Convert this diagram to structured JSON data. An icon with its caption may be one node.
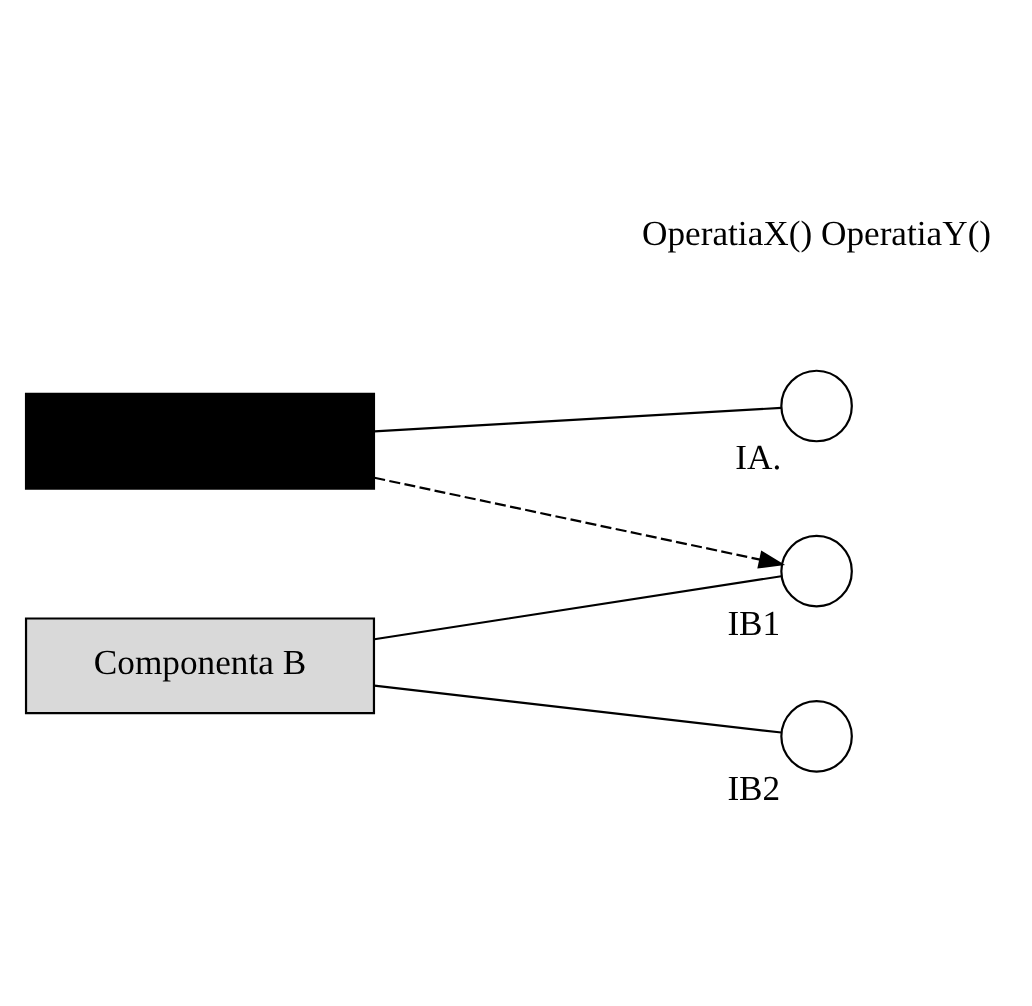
{
  "diagram": {
    "nodes": [
      {
        "text": [],
        "shape": "box"
      },
      {
        "text": [],
        "shape": "circle",
        "beside": [
          "IA."
        ]
      },
      {
        "text": [
          "Componenta B"
        ]
      },
      {
        "text": [],
        "shape": "circle",
        "beside": [
          "IB1"
        ]
      },
      {
        "text": [],
        "shape": "circle",
        "beside": [
          "IB2"
        ]
      }
    ],
    "edges": [
      {
        "from": 0,
        "to": 1,
        "arrow": "none"
      },
      {
        "from": 0,
        "to": 3,
        "arrow": "to",
        "style": "dashed"
      },
      {
        "from": 2,
        "to": 3,
        "arrow": "none"
      },
      {
        "from": 2,
        "to": 4,
        "arrow": "none"
      }
    ],
    "labels": [
      "OperatiaX() OperatiaY()"
    ]
  }
}
